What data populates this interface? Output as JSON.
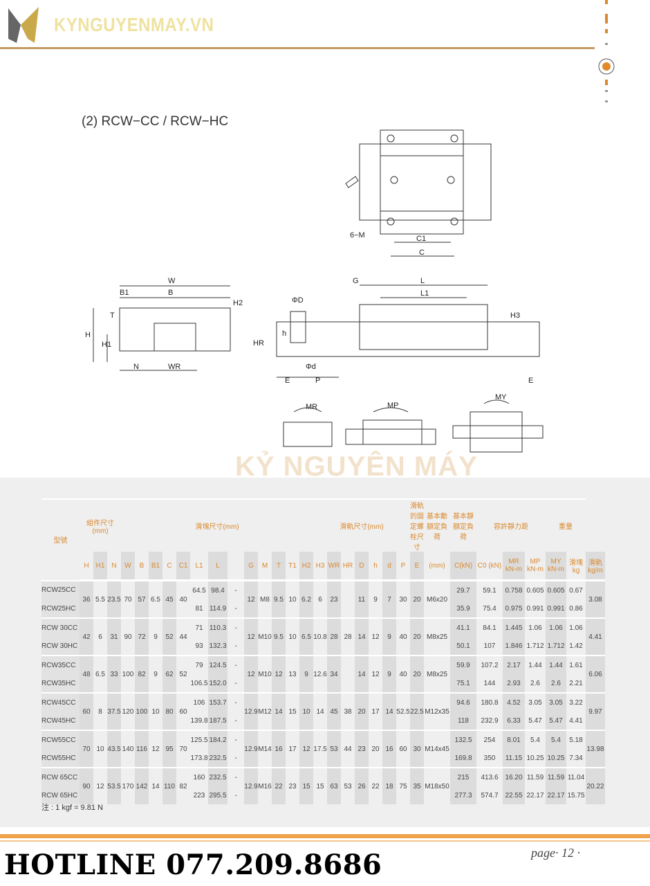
{
  "header": {
    "logo_text": "KYNGUYENMAY.VN",
    "brand_colors": {
      "accent": "#f0a24a",
      "logo_gold": "#efe2a0"
    }
  },
  "section_title": "(2) RCW−CC / RCW−HC",
  "drawing_labels": {
    "top_view": {
      "m": "6−M",
      "c1": "C1",
      "c": "C"
    },
    "front_view": {
      "w": "W",
      "b1": "B1",
      "b": "B",
      "h": "H",
      "t": "T",
      "h1": "H1",
      "n": "N",
      "wr": "WR",
      "h2": "H2"
    },
    "side_view": {
      "phi_d_big": "ΦD",
      "h_small": "h",
      "hr": "HR",
      "e_left": "E",
      "phi_d_small": "Φd",
      "p": "P",
      "g": "G",
      "l": "L",
      "l1": "L1",
      "h3": "H3",
      "e_right": "E"
    },
    "moments": {
      "mr": "MR",
      "mp": "MP",
      "my": "MY"
    }
  },
  "watermark": "KỶ NGUYÊN MÁY",
  "table": {
    "group_headers": {
      "model": "型號",
      "assembly": "組件尺寸\n(mm)",
      "block": "滑塊尺寸(mm)",
      "rail": "滑軌尺寸(mm)",
      "bolt": "滑軌的固定螺栓尺寸",
      "dyn": "基本動額定負荷",
      "stat": "基本靜額定負荷",
      "moment": "容許靜力距",
      "weight": "重量"
    },
    "sub_headers": [
      "H",
      "H1",
      "N",
      "W",
      "B",
      "B1",
      "C",
      "C1",
      "L1",
      "L",
      "",
      "G",
      "M",
      "T",
      "T1",
      "H2",
      "H3",
      "WR",
      "HR",
      "D",
      "h",
      "d",
      "P",
      "E",
      "(mm)",
      "C(kN)",
      "C0 (kN)",
      "MR kN-m",
      "MP kN-m",
      "MY kN-m",
      "滑塊 kg",
      "滑軌 kg/m"
    ],
    "groups": [
      {
        "shared": [
          "36",
          "5.5",
          "23.5",
          "70",
          "57",
          "6.5",
          "45",
          "40"
        ],
        "shared2": [
          "12",
          "M8",
          "9.5",
          "10",
          "6.2",
          "6",
          "23",
          "",
          "11",
          "9",
          "7",
          "30",
          "20",
          "M6x20"
        ],
        "rail_weight": "3.08",
        "rows": [
          {
            "model": "RCW25CC",
            "L1": "64.5",
            "L": "98.4",
            "x": "-",
            "C": "29.7",
            "C0": "59.1",
            "MR": "0.758",
            "MP": "0.605",
            "MY": "0.605",
            "kg": "0.67"
          },
          {
            "model": "RCW25HC",
            "L1": "81",
            "L": "114.9",
            "x": "-",
            "C": "35.9",
            "C0": "75.4",
            "MR": "0.975",
            "MP": "0.991",
            "MY": "0.991",
            "kg": "0.86"
          }
        ]
      },
      {
        "shared": [
          "42",
          "6",
          "31",
          "90",
          "72",
          "9",
          "52",
          "44"
        ],
        "shared2": [
          "12",
          "M10",
          "9.5",
          "10",
          "6.5",
          "10.8",
          "28",
          "28",
          "14",
          "12",
          "9",
          "40",
          "20",
          "M8x25"
        ],
        "rail_weight": "4.41",
        "rows": [
          {
            "model": "RCW 30CC",
            "L1": "71",
            "L": "110.3",
            "x": "-",
            "C": "41.1",
            "C0": "84.1",
            "MR": "1.445",
            "MP": "1.06",
            "MY": "1.06",
            "kg": "1.06"
          },
          {
            "model": "RCW 30HC",
            "L1": "93",
            "L": "132.3",
            "x": "-",
            "C": "50.1",
            "C0": "107",
            "MR": "1.846",
            "MP": "1.712",
            "MY": "1.712",
            "kg": "1.42"
          }
        ]
      },
      {
        "shared": [
          "48",
          "6.5",
          "33",
          "100",
          "82",
          "9",
          "62",
          "52"
        ],
        "shared2": [
          "12",
          "M10",
          "12",
          "13",
          "9",
          "12.6",
          "34",
          "",
          "14",
          "12",
          "9",
          "40",
          "20",
          "M8x25"
        ],
        "rail_weight": "6.06",
        "rows": [
          {
            "model": "RCW35CC",
            "L1": "79",
            "L": "124.5",
            "x": "-",
            "C": "59.9",
            "C0": "107.2",
            "MR": "2.17",
            "MP": "1.44",
            "MY": "1.44",
            "kg": "1.61"
          },
          {
            "model": "RCW35HC",
            "L1": "106.5",
            "L": "152.0",
            "x": "-",
            "C": "75.1",
            "C0": "144",
            "MR": "2.93",
            "MP": "2.6",
            "MY": "2.6",
            "kg": "2.21"
          }
        ]
      },
      {
        "shared": [
          "60",
          "8",
          "37.5",
          "120",
          "100",
          "10",
          "80",
          "60"
        ],
        "shared2": [
          "12.9",
          "M12",
          "14",
          "15",
          "10",
          "14",
          "45",
          "38",
          "20",
          "17",
          "14",
          "52.5",
          "22.5",
          "M12x35"
        ],
        "rail_weight": "9.97",
        "rows": [
          {
            "model": "RCW45CC",
            "L1": "106",
            "L": "153.7",
            "x": "-",
            "C": "94.6",
            "C0": "180.8",
            "MR": "4.52",
            "MP": "3.05",
            "MY": "3.05",
            "kg": "3.22"
          },
          {
            "model": "RCW45HC",
            "L1": "139.8",
            "L": "187.5",
            "x": "-",
            "C": "118",
            "C0": "232.9",
            "MR": "6.33",
            "MP": "5.47",
            "MY": "5.47",
            "kg": "4.41"
          }
        ]
      },
      {
        "shared": [
          "70",
          "10",
          "43.5",
          "140",
          "116",
          "12",
          "95",
          "70"
        ],
        "shared2": [
          "12.9",
          "M14",
          "16",
          "17",
          "12",
          "17.5",
          "53",
          "44",
          "23",
          "20",
          "16",
          "60",
          "30",
          "M14x45"
        ],
        "rail_weight": "13.98",
        "rows": [
          {
            "model": "RCW55CC",
            "L1": "125.5",
            "L": "184.2",
            "x": "-",
            "C": "132.5",
            "C0": "254",
            "MR": "8.01",
            "MP": "5.4",
            "MY": "5.4",
            "kg": "5.18"
          },
          {
            "model": "RCW55HC",
            "L1": "173.8",
            "L": "232.5",
            "x": "-",
            "C": "169.8",
            "C0": "350",
            "MR": "11.15",
            "MP": "10.25",
            "MY": "10.25",
            "kg": "7.34"
          }
        ]
      },
      {
        "shared": [
          "90",
          "12",
          "53.5",
          "170",
          "142",
          "14",
          "110",
          "82"
        ],
        "shared2": [
          "12.9",
          "M16",
          "22",
          "23",
          "15",
          "15",
          "63",
          "53",
          "26",
          "22",
          "18",
          "75",
          "35",
          "M18x50"
        ],
        "rail_weight": "20.22",
        "rows": [
          {
            "model": "RCW 65CC",
            "L1": "160",
            "L": "232.5",
            "x": "-",
            "C": "215",
            "C0": "413.6",
            "MR": "16.20",
            "MP": "11.59",
            "MY": "11.59",
            "kg": "11.04"
          },
          {
            "model": "RCW 65HC",
            "L1": "223",
            "L": "295.5",
            "x": "-",
            "C": "277.3",
            "C0": "574.7",
            "MR": "22.55",
            "MP": "22.17",
            "MY": "22.17",
            "kg": "15.75"
          }
        ]
      }
    ]
  },
  "note": "注 : 1 kgf = 9.81 N",
  "footer": {
    "hotline": "HOTLINE 077.209.8686",
    "page": "page· 12 ·"
  }
}
